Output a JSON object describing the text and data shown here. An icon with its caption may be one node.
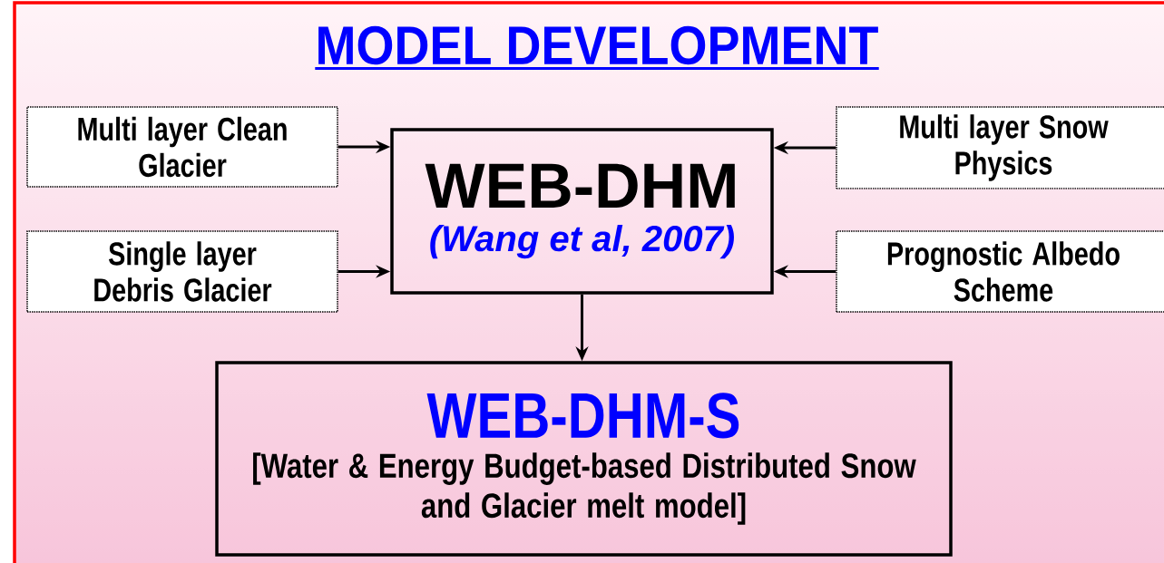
{
  "diagram": {
    "title": "MODEL DEVELOPMENT",
    "nodes": [
      {
        "text": [
          "Multi layer Clean Glacier"
        ]
      },
      {
        "text": [
          "Single layer Debris Glacier"
        ]
      },
      {
        "text": [
          "WEB-DHM",
          "(Wang et al, 2007)"
        ]
      },
      {
        "text": [
          "Multi layer Snow Physics"
        ]
      },
      {
        "text": [
          "Prognostic Albedo Scheme"
        ]
      },
      {
        "text": [
          "WEB-DHM-S",
          "[Water & Energy Budget-based Distributed Snow and Glacier melt model]"
        ]
      }
    ],
    "edges": [
      {
        "from": 0,
        "to": 2,
        "arrow": "to"
      },
      {
        "from": 1,
        "to": 2,
        "arrow": "to"
      },
      {
        "from": 3,
        "to": 2,
        "arrow": "to"
      },
      {
        "from": 4,
        "to": 2,
        "arrow": "to"
      },
      {
        "from": 2,
        "to": 5,
        "arrow": "to"
      }
    ]
  }
}
